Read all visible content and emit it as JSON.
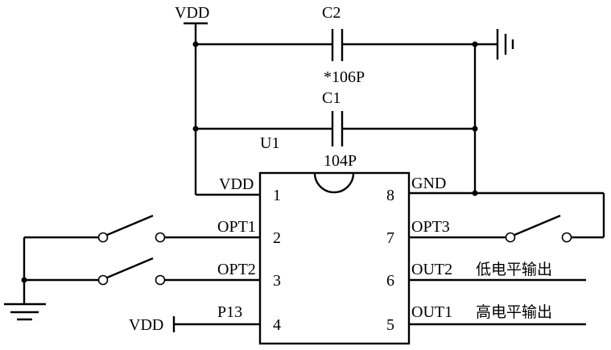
{
  "supply": {
    "vdd_top": "VDD",
    "vdd_pin4": "VDD"
  },
  "capacitors": {
    "c2": {
      "ref": "C2",
      "value": "*106P"
    },
    "c1": {
      "ref": "C1",
      "value": "104P"
    }
  },
  "ic": {
    "ref": "U1",
    "pins_left": [
      {
        "num": "1",
        "name": "VDD"
      },
      {
        "num": "2",
        "name": "OPT1"
      },
      {
        "num": "3",
        "name": "OPT2"
      },
      {
        "num": "4",
        "name": "P13"
      }
    ],
    "pins_right": [
      {
        "num": "8",
        "name": "GND"
      },
      {
        "num": "7",
        "name": "OPT3"
      },
      {
        "num": "6",
        "name": "OUT2"
      },
      {
        "num": "5",
        "name": "OUT1"
      }
    ]
  },
  "outputs": {
    "out2_desc": "低电平输出",
    "out1_desc": "高电平输出"
  }
}
